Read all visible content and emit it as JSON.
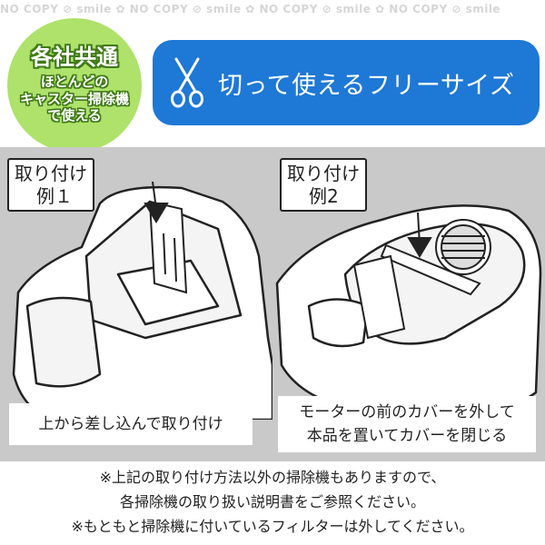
{
  "watermark": "NO COPY ⊘ smile ✿ NO COPY ⊘ smile ✿ NO COPY ⊘ smile ✿ NO COPY ⊘ smile",
  "badge": {
    "title": "各社共通",
    "lines": [
      "ほとんどの",
      "キャスター掃除機",
      "で使える"
    ],
    "color": "#aee26a"
  },
  "banner": {
    "icon": "scissors-icon",
    "text": "切って使えるフリーサイズ",
    "color": "#1e78d6"
  },
  "example1": {
    "label": [
      "取り付け",
      "例１"
    ],
    "caption": [
      "上から差し込んで取り付け"
    ]
  },
  "example2": {
    "label": [
      "取り付け",
      "例2"
    ],
    "caption": [
      "モーターの前のカバーを外して",
      "本品を置いてカバーを閉じる"
    ]
  },
  "notes": [
    "※上記の取り付け方法以外の掃除機もありますので、",
    "各掃除機の取り扱い説明書をご参照ください。",
    "※もともと掃除機に付いているフィルターは外してください。"
  ]
}
